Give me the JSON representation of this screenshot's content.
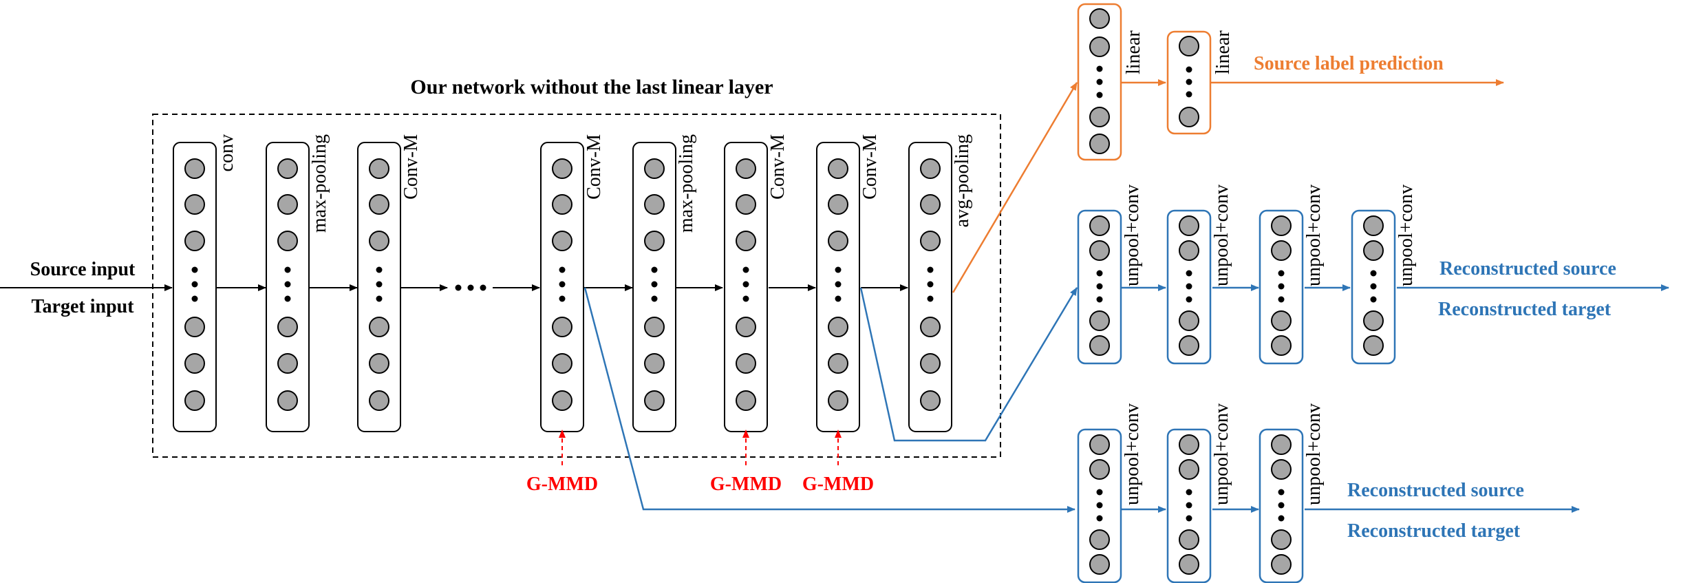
{
  "title": "Our network without the last linear layer",
  "inputs": [
    "Source input",
    "Target input"
  ],
  "colors": {
    "main": "#000000",
    "orange": "#ED7D31",
    "blue": "#2E75B6",
    "red": "#FF0000",
    "node_fill": "#A6A6A6"
  },
  "main_layers": [
    {
      "label": "conv"
    },
    {
      "label": "max-pooling"
    },
    {
      "label": "Conv-M"
    },
    {
      "label": "Conv-M"
    },
    {
      "label": "max-pooling"
    },
    {
      "label": "Conv-M"
    },
    {
      "label": "Conv-M"
    },
    {
      "label": "avg-pooling"
    }
  ],
  "gmmd_label": "G-MMD",
  "classifier": {
    "layers": [
      "linear",
      "linear"
    ],
    "output": "Source label prediction"
  },
  "decoder_top": {
    "layers": [
      "unpool+conv",
      "unpool+conv",
      "unpool+conv",
      "unpool+conv"
    ],
    "outputs": [
      "Reconstructed source",
      "Reconstructed target"
    ]
  },
  "decoder_bottom": {
    "layers": [
      "unpool+conv",
      "unpool+conv",
      "unpool+conv"
    ],
    "outputs": [
      "Reconstructed source",
      "Reconstructed target"
    ]
  }
}
